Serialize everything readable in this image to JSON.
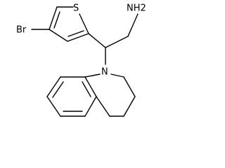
{
  "molecule": {
    "atoms": {
      "sulfur": "S",
      "bromine": "Br",
      "amine": "NH2",
      "nitrogen": "N"
    }
  },
  "colors": {
    "line": "#000000",
    "background": "#ffffff"
  }
}
